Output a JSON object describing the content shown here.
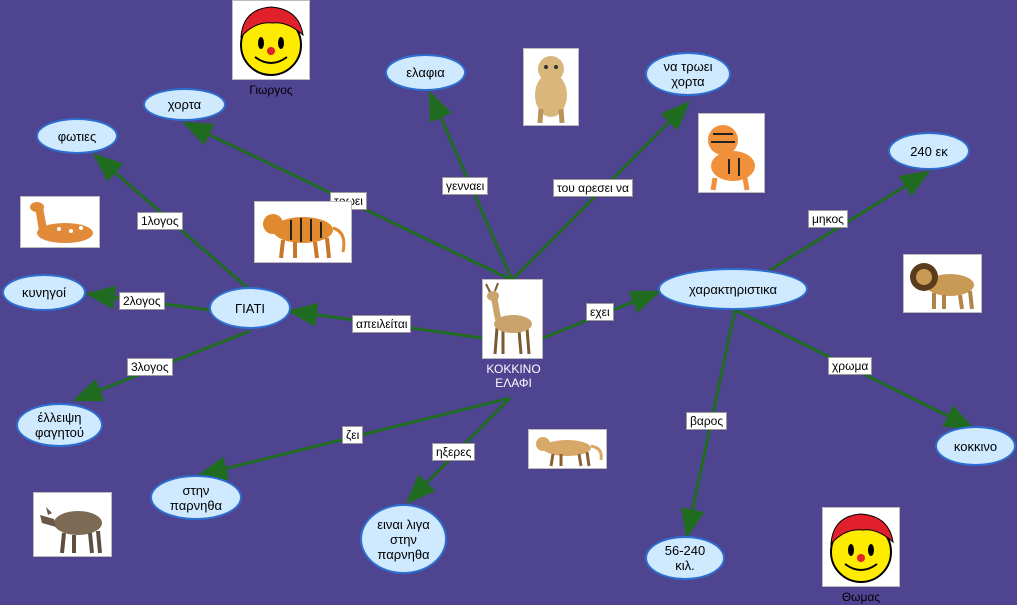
{
  "center": {
    "label": "ΚΟΚΚΙΝΟ\nΕΛΑΦΙ"
  },
  "nodes": {
    "xorta": "χορτα",
    "elafia": "ελαφια",
    "na_troei": "να τρωει\nχορτα",
    "fwties": "φωτιες",
    "giati": "ΓΙΑΤΙ",
    "kynigoi": "κυνηγοί",
    "elleipsi": "έλλειψη\nφαγητού",
    "parnitha": "στην\nπαρνηθα",
    "ligа": "ειναι λιγα\nστην\nπαρνηθα",
    "xarakt": "χαρακτηριστικα",
    "mikos_val": "240 εκ",
    "kokkino": "κοκκινο",
    "baros_val": "56-240\nκιλ."
  },
  "links": {
    "troei": "τρωει",
    "gennaei": "γενναει",
    "aresei": "του αρεσει να",
    "apeileitai": "απειλείται",
    "exei": "εχει",
    "l1": "1λογος",
    "l2": "2λογος",
    "l3": "3λογος",
    "zei": "ζει",
    "iksereis": "ηξερες",
    "mikos": "μηκος",
    "xrwma": "χρωμα",
    "baros": "βαρος"
  },
  "people": {
    "giorgos": "Γιωργος",
    "thwmas": "Θωμας"
  },
  "colors": {
    "background": "#4f4490",
    "arrow": "#1f6b1f",
    "node_fill": "#cfe9ff",
    "node_border": "#2d6fd0"
  }
}
